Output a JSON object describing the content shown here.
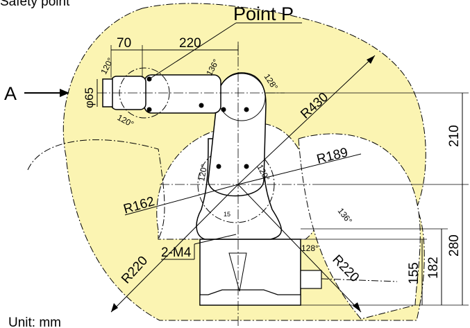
{
  "title_partial": "Safety point",
  "point_label": "Point P",
  "view_label": "A",
  "unit_label": "Unit: mm",
  "dimensions": {
    "width_70": "70",
    "width_220": "220",
    "diameter": "φ65",
    "radius_430": "R430",
    "radius_189": "R189",
    "radius_162": "R162",
    "radius_220_left": "R220",
    "radius_220_right": "R220",
    "height_210": "210",
    "height_280": "280",
    "height_155": "155",
    "height_182": "182",
    "screw_label": "2-M4",
    "small_15": "15"
  },
  "angles": {
    "a120_tl": "120°",
    "a120_bl": "120°",
    "a136_top": "136°",
    "a128_top": "128°",
    "a120_joint_l": "120°",
    "a120_joint_r": "120°",
    "a136_right": "136°",
    "a128_bottom": "128°"
  },
  "colors": {
    "work_area": "#fbf4b2",
    "line": "#000000"
  }
}
